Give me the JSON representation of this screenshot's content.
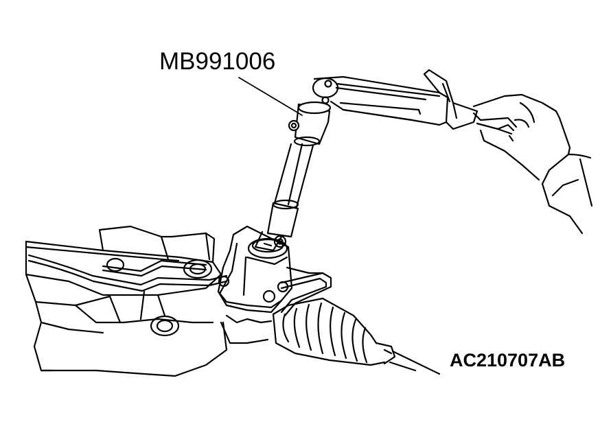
{
  "figure": {
    "tool_callout": "MB991006",
    "figure_code": "AC210707AB"
  },
  "colors": {
    "ink": "#000000",
    "paper": "#ffffff"
  },
  "illustration": {
    "subject-icon": "steering-gear-torque-wrench-line-drawing"
  }
}
